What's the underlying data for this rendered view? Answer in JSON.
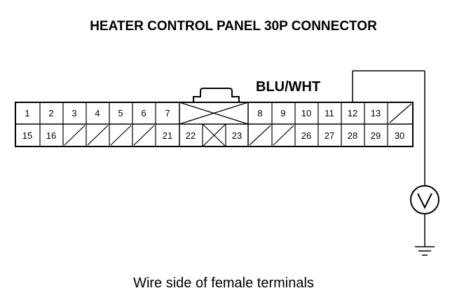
{
  "title": "HEATER CONTROL PANEL 30P CONNECTOR",
  "wire_color": "BLU/WHT",
  "caption": "Wire side of female terminals",
  "meter_symbol": "V",
  "connector": {
    "top_row": [
      "1",
      "2",
      "3",
      "4",
      "5",
      "6",
      "7",
      "",
      "8",
      "9",
      "10",
      "11",
      "12",
      "13",
      ""
    ],
    "bottom_row": [
      "15",
      "16",
      "",
      "",
      "",
      "",
      "21",
      "22",
      "",
      "23",
      "",
      "",
      "26",
      "27",
      "28",
      "29",
      "30"
    ]
  },
  "probe_terminal": "12",
  "icons": [
    "voltmeter-icon",
    "ground-icon"
  ]
}
